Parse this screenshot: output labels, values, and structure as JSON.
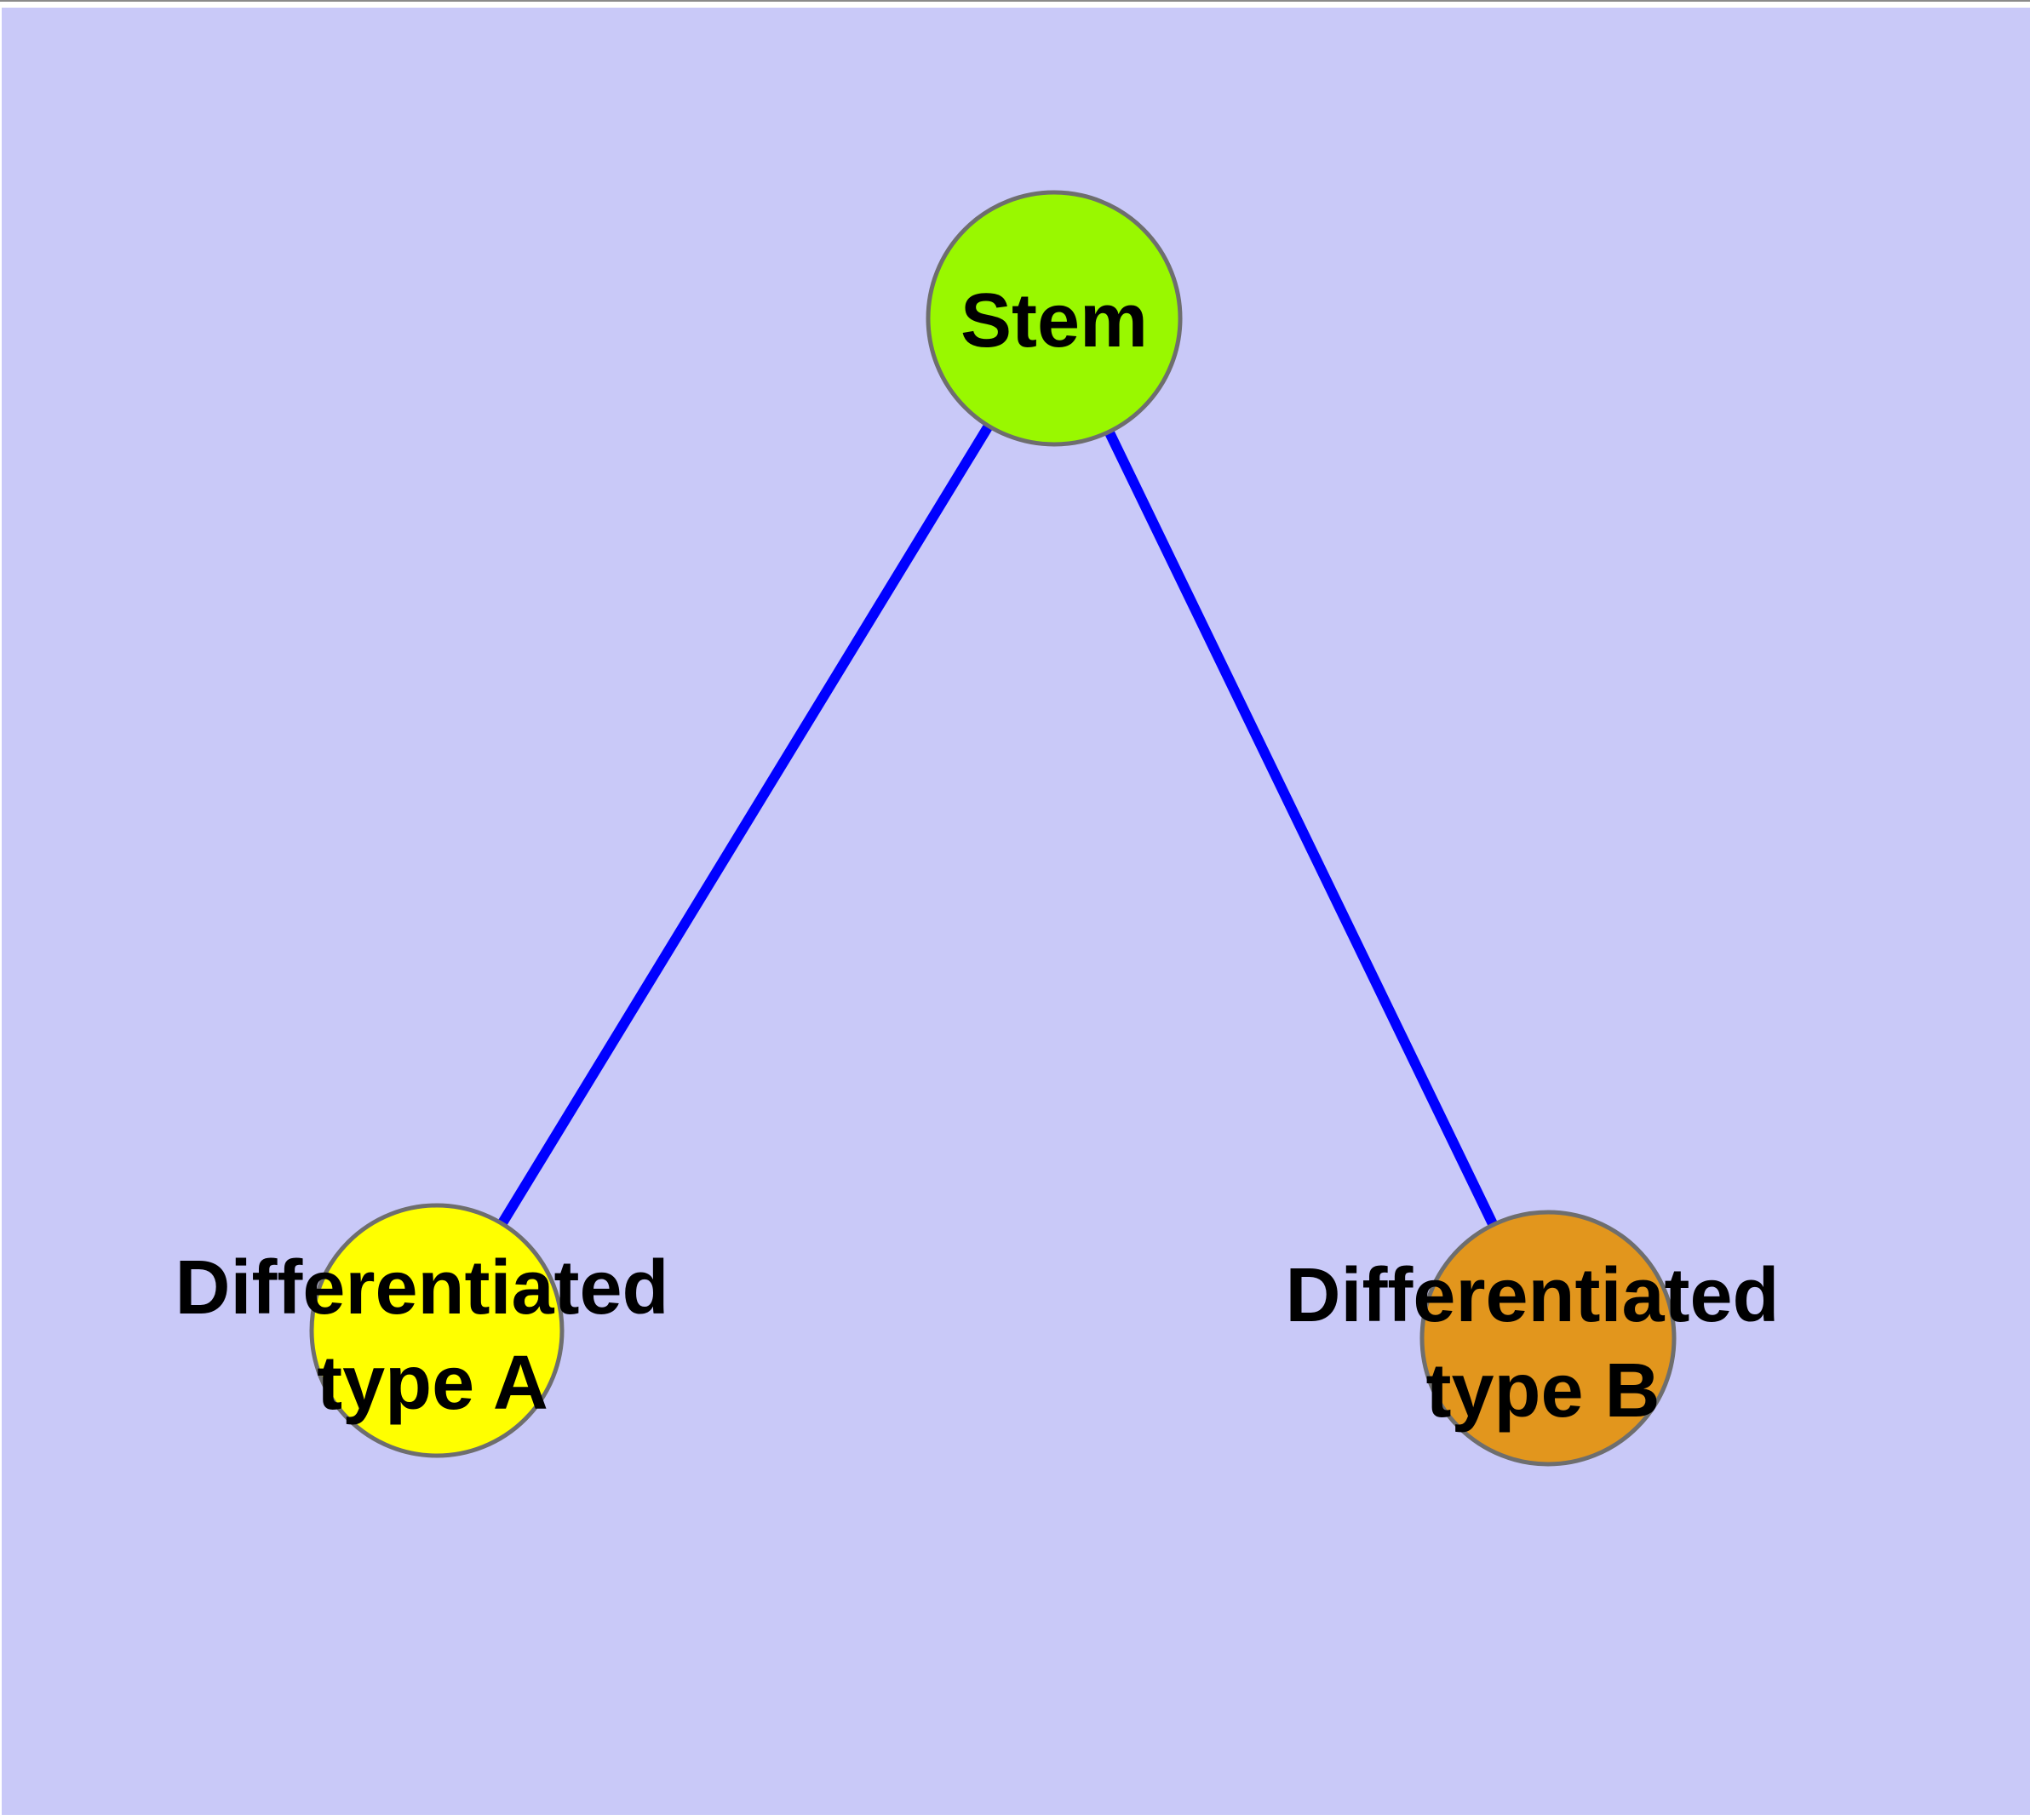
{
  "diagram": {
    "type": "graph",
    "background_color": "#C9C9F8",
    "page_margin_color": "#FFFFFF",
    "top_hairline_color": "#8A8A8A",
    "node_border_color": "#6E6E6E",
    "edge_color": "#0000FF",
    "text_color": "#000000",
    "nodes": [
      {
        "id": "stem",
        "lines": [
          "Stem"
        ],
        "fill": "#99F800"
      },
      {
        "id": "differentiated-type-a",
        "lines": [
          "Differentiated",
          "type A"
        ],
        "fill": "#FFFF00"
      },
      {
        "id": "differentiated-type-b",
        "lines": [
          "Differentiated",
          "type B"
        ],
        "fill": "#E2961D"
      }
    ],
    "edges": [
      {
        "from": "stem",
        "to": "differentiated-type-a",
        "color": "#0000FF"
      },
      {
        "from": "stem",
        "to": "differentiated-type-b",
        "color": "#0000FF"
      }
    ]
  }
}
